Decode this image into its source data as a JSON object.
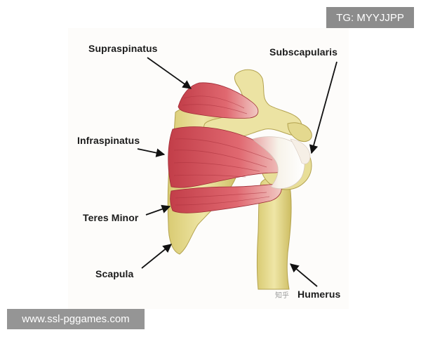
{
  "labels": {
    "supraspinatus": "Supraspinatus",
    "subscapularis": "Subscapularis",
    "infraspinatus": "Infraspinatus",
    "teres_minor": "Teres Minor",
    "scapula": "Scapula",
    "humerus": "Humerus"
  },
  "watermarks": {
    "top_right": "TG: MYYJJPP",
    "bottom_left": "www.ssl-pggames.com",
    "zhihu": "知乎"
  },
  "colors": {
    "bone": "#e7dc8d",
    "bone_shadow": "#c9b85c",
    "muscle": "#d8505a",
    "muscle_dark": "#a8323c",
    "tendon": "#f1ede2",
    "badge": "#8c8c8c"
  }
}
